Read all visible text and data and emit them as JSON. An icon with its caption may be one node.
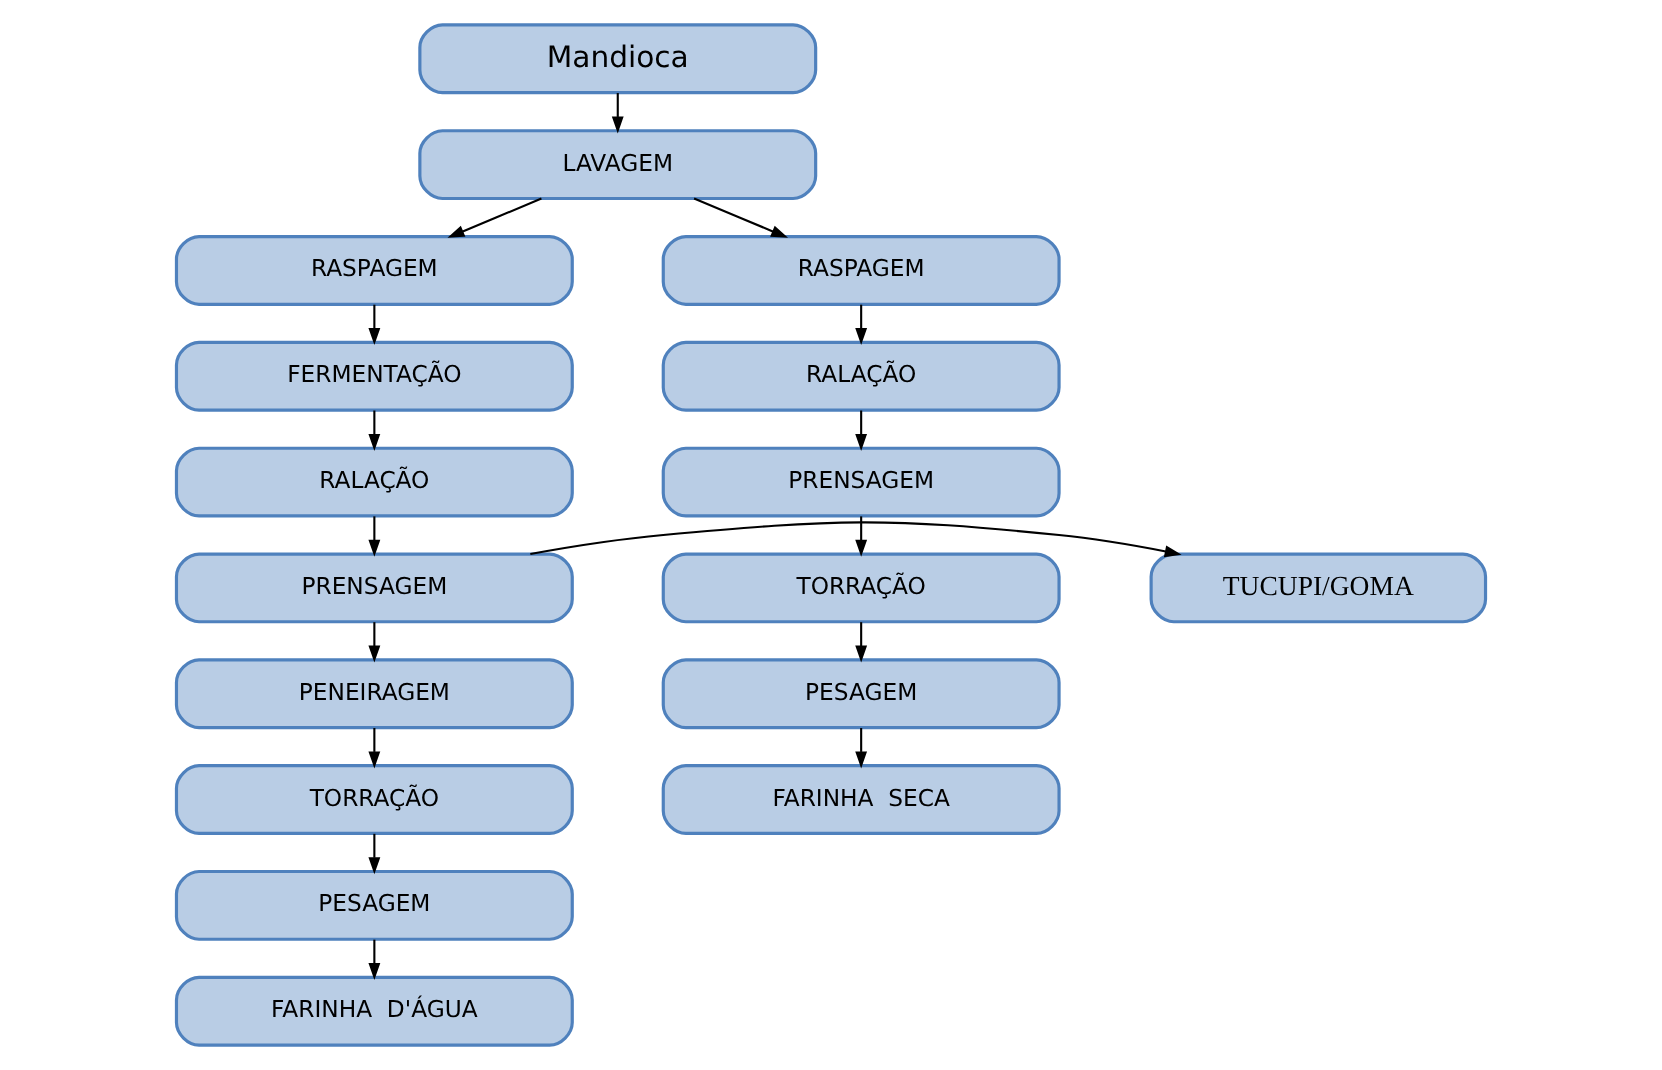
{
  "diagram": {
    "nodes": [
      {
        "text": [
          "Mandioca"
        ]
      },
      {
        "text": [
          "LAVAGEM"
        ]
      },
      {
        "text": [
          "RASPAGEM"
        ]
      },
      {
        "text": [
          "FERMENTAÇÃO"
        ]
      },
      {
        "text": [
          "RALAÇÃO"
        ]
      },
      {
        "text": [
          "PRENSAGEM"
        ]
      },
      {
        "text": [
          "PENEIRAGEM"
        ]
      },
      {
        "text": [
          "TORRAÇÃO"
        ]
      },
      {
        "text": [
          "PESAGEM"
        ]
      },
      {
        "text": [
          "FARINHA  D'ÁGUA"
        ]
      },
      {
        "text": [
          "TUCUPI/GOMA"
        ]
      },
      {
        "text": [
          "RASPAGEM"
        ]
      },
      {
        "text": [
          "RALAÇÃO"
        ]
      },
      {
        "text": [
          "PRENSAGEM"
        ]
      },
      {
        "text": [
          "TORRAÇÃO"
        ]
      },
      {
        "text": [
          "PESAGEM"
        ]
      },
      {
        "text": [
          "FARINHA  SECA"
        ]
      }
    ],
    "edges": [
      {
        "from": 0,
        "to": 1,
        "arrow": "to"
      },
      {
        "from": 1,
        "to": 2,
        "arrow": "to"
      },
      {
        "from": 1,
        "to": 11,
        "arrow": "to"
      },
      {
        "from": 2,
        "to": 3,
        "arrow": "to"
      },
      {
        "from": 3,
        "to": 4,
        "arrow": "to"
      },
      {
        "from": 4,
        "to": 5,
        "arrow": "to"
      },
      {
        "from": 5,
        "to": 10,
        "arrow": "to"
      },
      {
        "from": 5,
        "to": 6,
        "arrow": "to"
      },
      {
        "from": 6,
        "to": 7,
        "arrow": "to"
      },
      {
        "from": 7,
        "to": 8,
        "arrow": "to"
      },
      {
        "from": 8,
        "to": 9,
        "arrow": "to"
      },
      {
        "from": 11,
        "to": 12,
        "arrow": "to"
      },
      {
        "from": 12,
        "to": 13,
        "arrow": "to"
      },
      {
        "from": 13,
        "to": 14,
        "arrow": "to"
      },
      {
        "from": 14,
        "to": 15,
        "arrow": "to"
      },
      {
        "from": 15,
        "to": 16,
        "arrow": "to"
      }
    ]
  }
}
